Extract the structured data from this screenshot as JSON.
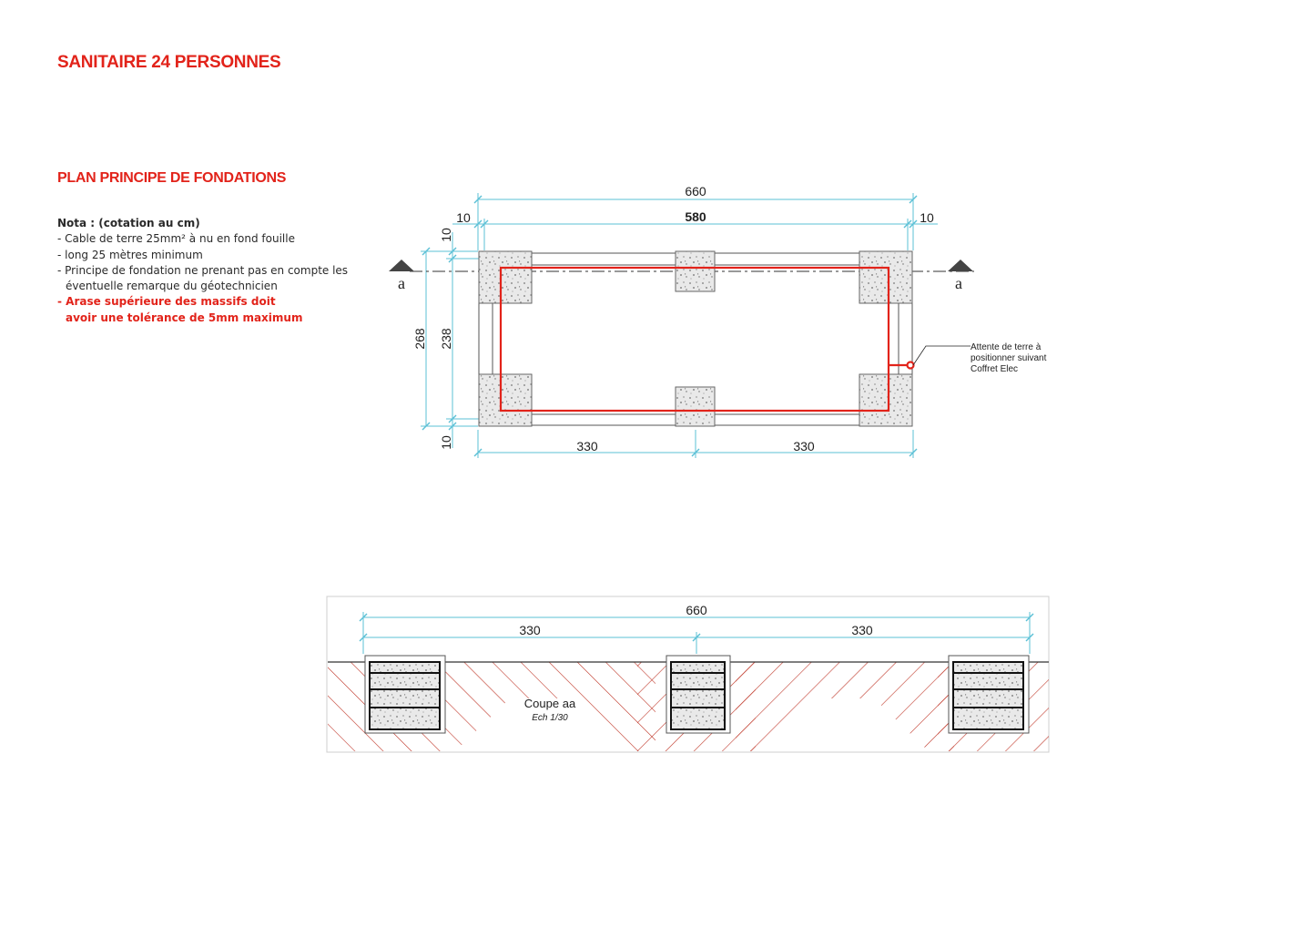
{
  "header": {
    "title": "SANITAIRE 24 PERSONNES"
  },
  "section": {
    "title": "PLAN PRINCIPE DE FONDATIONS"
  },
  "notes": {
    "heading": "Nota : (cotation au cm)",
    "lines": [
      "- Cable de terre 25mm² à nu en fond fouille",
      "- long 25 mètres minimum",
      "- Principe de fondation ne prenant pas en compte les",
      "  éventuelle remarque du géotechnicien"
    ],
    "red_lines": [
      "- Arase supérieure des massifs doit",
      "  avoir une tolérance de 5mm maximum"
    ]
  },
  "plan": {
    "dims": {
      "total_length": "660",
      "inner_length": "580",
      "left_margin": "10",
      "right_margin": "10",
      "total_width": "268",
      "inner_width": "238",
      "top_margin": "10",
      "bottom_margin": "10",
      "half_left": "330",
      "half_right": "330"
    },
    "section_marker_left": "a",
    "section_marker_right": "a",
    "annotation": [
      "Attente de terre à",
      "positionner suivant",
      "Coffret Elec"
    ]
  },
  "section_view": {
    "dims": {
      "total": "660",
      "half_left": "330",
      "half_right": "330"
    },
    "label": "Coupe aa",
    "scale": "Ech 1/30"
  },
  "colors": {
    "accent": "#e2231a",
    "dimension": "#5bc0d6",
    "hatch": "#c0392b"
  }
}
